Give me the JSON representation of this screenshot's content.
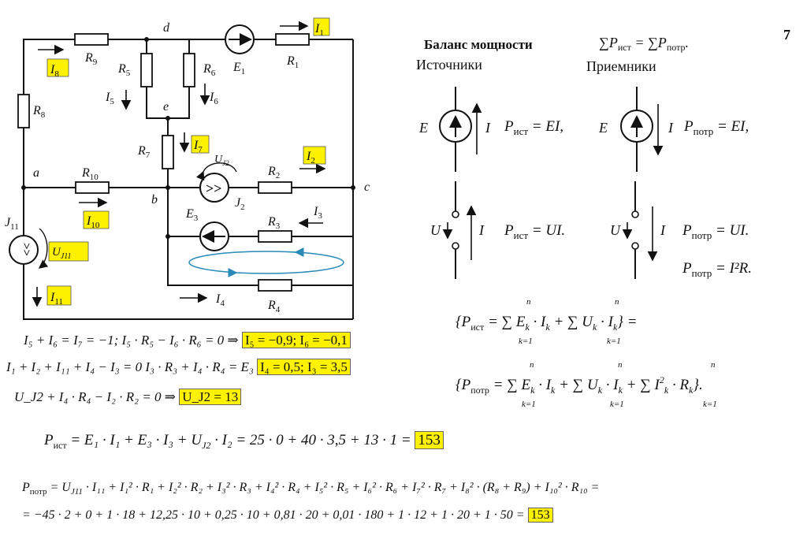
{
  "page_number": "7",
  "circuit": {
    "nodes": {
      "a": "a",
      "b": "b",
      "c": "c",
      "d": "d",
      "e": "e"
    },
    "labels": {
      "R9": "R",
      "R9s": "9",
      "R8": "R",
      "R8s": "8",
      "R5": "R",
      "R5s": "5",
      "R6": "R",
      "R6s": "6",
      "R7": "R",
      "R7s": "7",
      "R10": "R",
      "R10s": "10",
      "R1": "R",
      "R1s": "1",
      "R2": "R",
      "R2s": "2",
      "R3": "R",
      "R3s": "3",
      "R4": "R",
      "R4s": "4",
      "E1": "E",
      "E1s": "1",
      "E3": "E",
      "E3s": "3",
      "J2": "J",
      "J2s": "2",
      "J11": "J",
      "J11s": "11",
      "UJ2": "U",
      "UJ2s": "J2",
      "I1": "I",
      "I1s": "1",
      "I2": "I",
      "I2s": "2",
      "I3": "I",
      "I3s": "3",
      "I4": "I",
      "I4s": "4",
      "I5": "I",
      "I5s": "5",
      "I6": "I",
      "I6s": "6",
      "I7": "I",
      "I7s": "7",
      "I8": "I",
      "I8s": "8",
      "I10": "I",
      "I10s": "10",
      "I11": "I",
      "I11s": "11",
      "UJ11": "U",
      "UJ11s": "J11"
    }
  },
  "balance": {
    "title": "Баланс мощности",
    "formula": "∑P",
    "formula_sub_ist": "ист",
    "formula_eq": " = ∑P",
    "formula_sub_potr": "потр",
    "formula_end": ".",
    "sources_label": "Источники",
    "receivers_label": "Приемники",
    "E": "E",
    "I": "I",
    "U": "U",
    "P": "P",
    "ist": "ист",
    "potr": "потр",
    "EI": " = EI,",
    "UI": " = UI.",
    "I2R": " = I²R."
  },
  "sums": {
    "line1": "{P",
    "line1_sub": "ист",
    "line1_rest": " = ∑ E",
    "line1_b": "k",
    "line1_c": " · I",
    "line1_d": "k",
    "line1_e": " + ∑ U",
    "line1_f": "k",
    "line1_g": " · I",
    "line1_h": "k",
    "line1_end": "} =",
    "line2": "{P",
    "line2_sub": "потр",
    "line2_rest": " = ∑ E",
    "line2_k1": "k",
    "line2_mid1": " · I",
    "line2_k2": "k",
    "line2_mid2": " + ∑ U",
    "line2_k3": "k",
    "line2_mid3": " · I",
    "line2_k4": "k",
    "line2_mid4": " + ∑ I",
    "line2_sq": "2",
    "line2_k5": "k",
    "line2_mid5": " · R",
    "line2_k6": "k",
    "line2_end": "}.",
    "top": "n",
    "bottom": "k=1"
  },
  "equations": {
    "eq1": "I₅ + I₆ = I₇ = −1; I₅ · R₅ − I₆ · R₆ = 0 ⇒",
    "eq1_res": "I₅ = −0,9; I₆ = −0,1",
    "eq2": "I₁ + I₂ + I₁₁ + I₄ − I₃ = 0  I₃ · R₃ + I₄ · R₄ = E₃",
    "eq2_res": "I₄ = 0,5; I₃ = 3,5",
    "eq3": "U_J2 + I₄ · R₄ − I₂ · R₂ = 0 ⇒",
    "eq3_res": "U_J2 = 13",
    "pist": "P",
    "pist_sub": "ист",
    "pist_rest": " = E₁ · I₁ + E₃ · I₃ + U",
    "pist_sub2": "J2",
    "pist_rest2": " · I₂ = 25 · 0 + 40 · 3,5 + 13 · 1 =",
    "pist_res": "153",
    "ppotr": "P",
    "ppotr_sub": "потр",
    "ppotr_rest": " = U",
    "ppotr_sub2": "J11",
    "ppotr_rest2": " · I₁₁ + I₁² · R₁ + I₂² · R₂ + I₃² · R₃ + I₄² · R₄ + I₅² · R₅ + I₆² · R₆ + I₇² · R₇ + I₈² · (R₈ + R₉) + I₁₀² · R₁₀ =",
    "ppotr_line2": "= −45 · 2 + 0 + 1 · 18 + 12,25 · 10 + 0,25 · 10 + 0,81 · 20 + 0,01 · 180 + 1 · 12 + 1 · 20 + 1 · 50 =",
    "ppotr_res": "153"
  }
}
